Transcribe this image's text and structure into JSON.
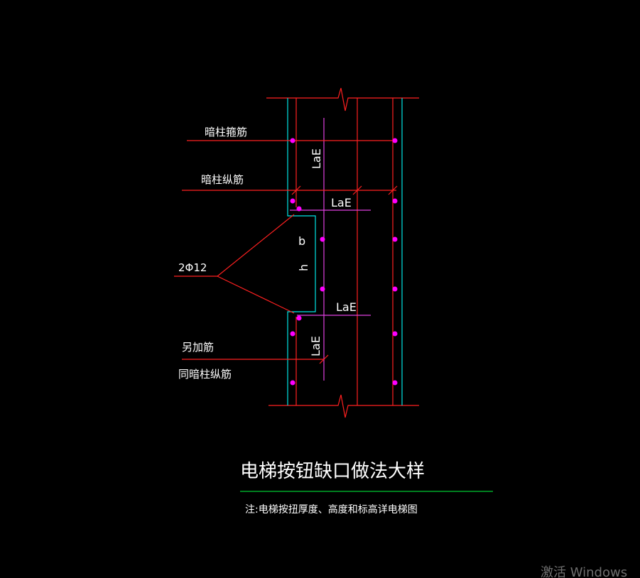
{
  "labels": {
    "stirrup": "暗柱箍筋",
    "longitudinal": "暗柱纵筋",
    "rebar_2phi12": "2Φ12",
    "extra_rebar": "另加筋",
    "same_as_longitudinal": "同暗柱纵筋",
    "dim_b": "b",
    "dim_h": "h",
    "lae_1": "LaE",
    "lae_2": "LaE",
    "lae_3": "LaE",
    "lae_4": "LaE"
  },
  "title": "电梯按钮缺口做法大样",
  "note": "注:电梯按扭厚度、高度和标高详电梯图",
  "watermark": "激活 Windows",
  "colors": {
    "background": "#000000",
    "red": "#ff2020",
    "cyan": "#00e5e5",
    "magenta": "#e040e0",
    "green": "#00cc33",
    "dots": "#ff00ff"
  }
}
